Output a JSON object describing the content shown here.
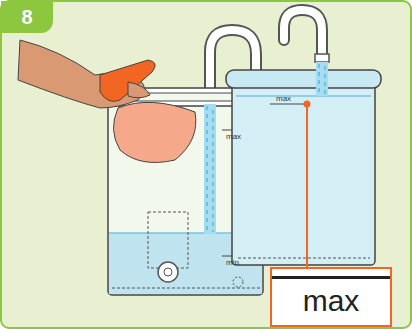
{
  "diagram": {
    "nodes": [
      {
        "text": [
          "8"
        ]
      },
      {
        "text": [
          "max"
        ]
      }
    ],
    "labels": [
      "max",
      "min",
      "max"
    ]
  }
}
